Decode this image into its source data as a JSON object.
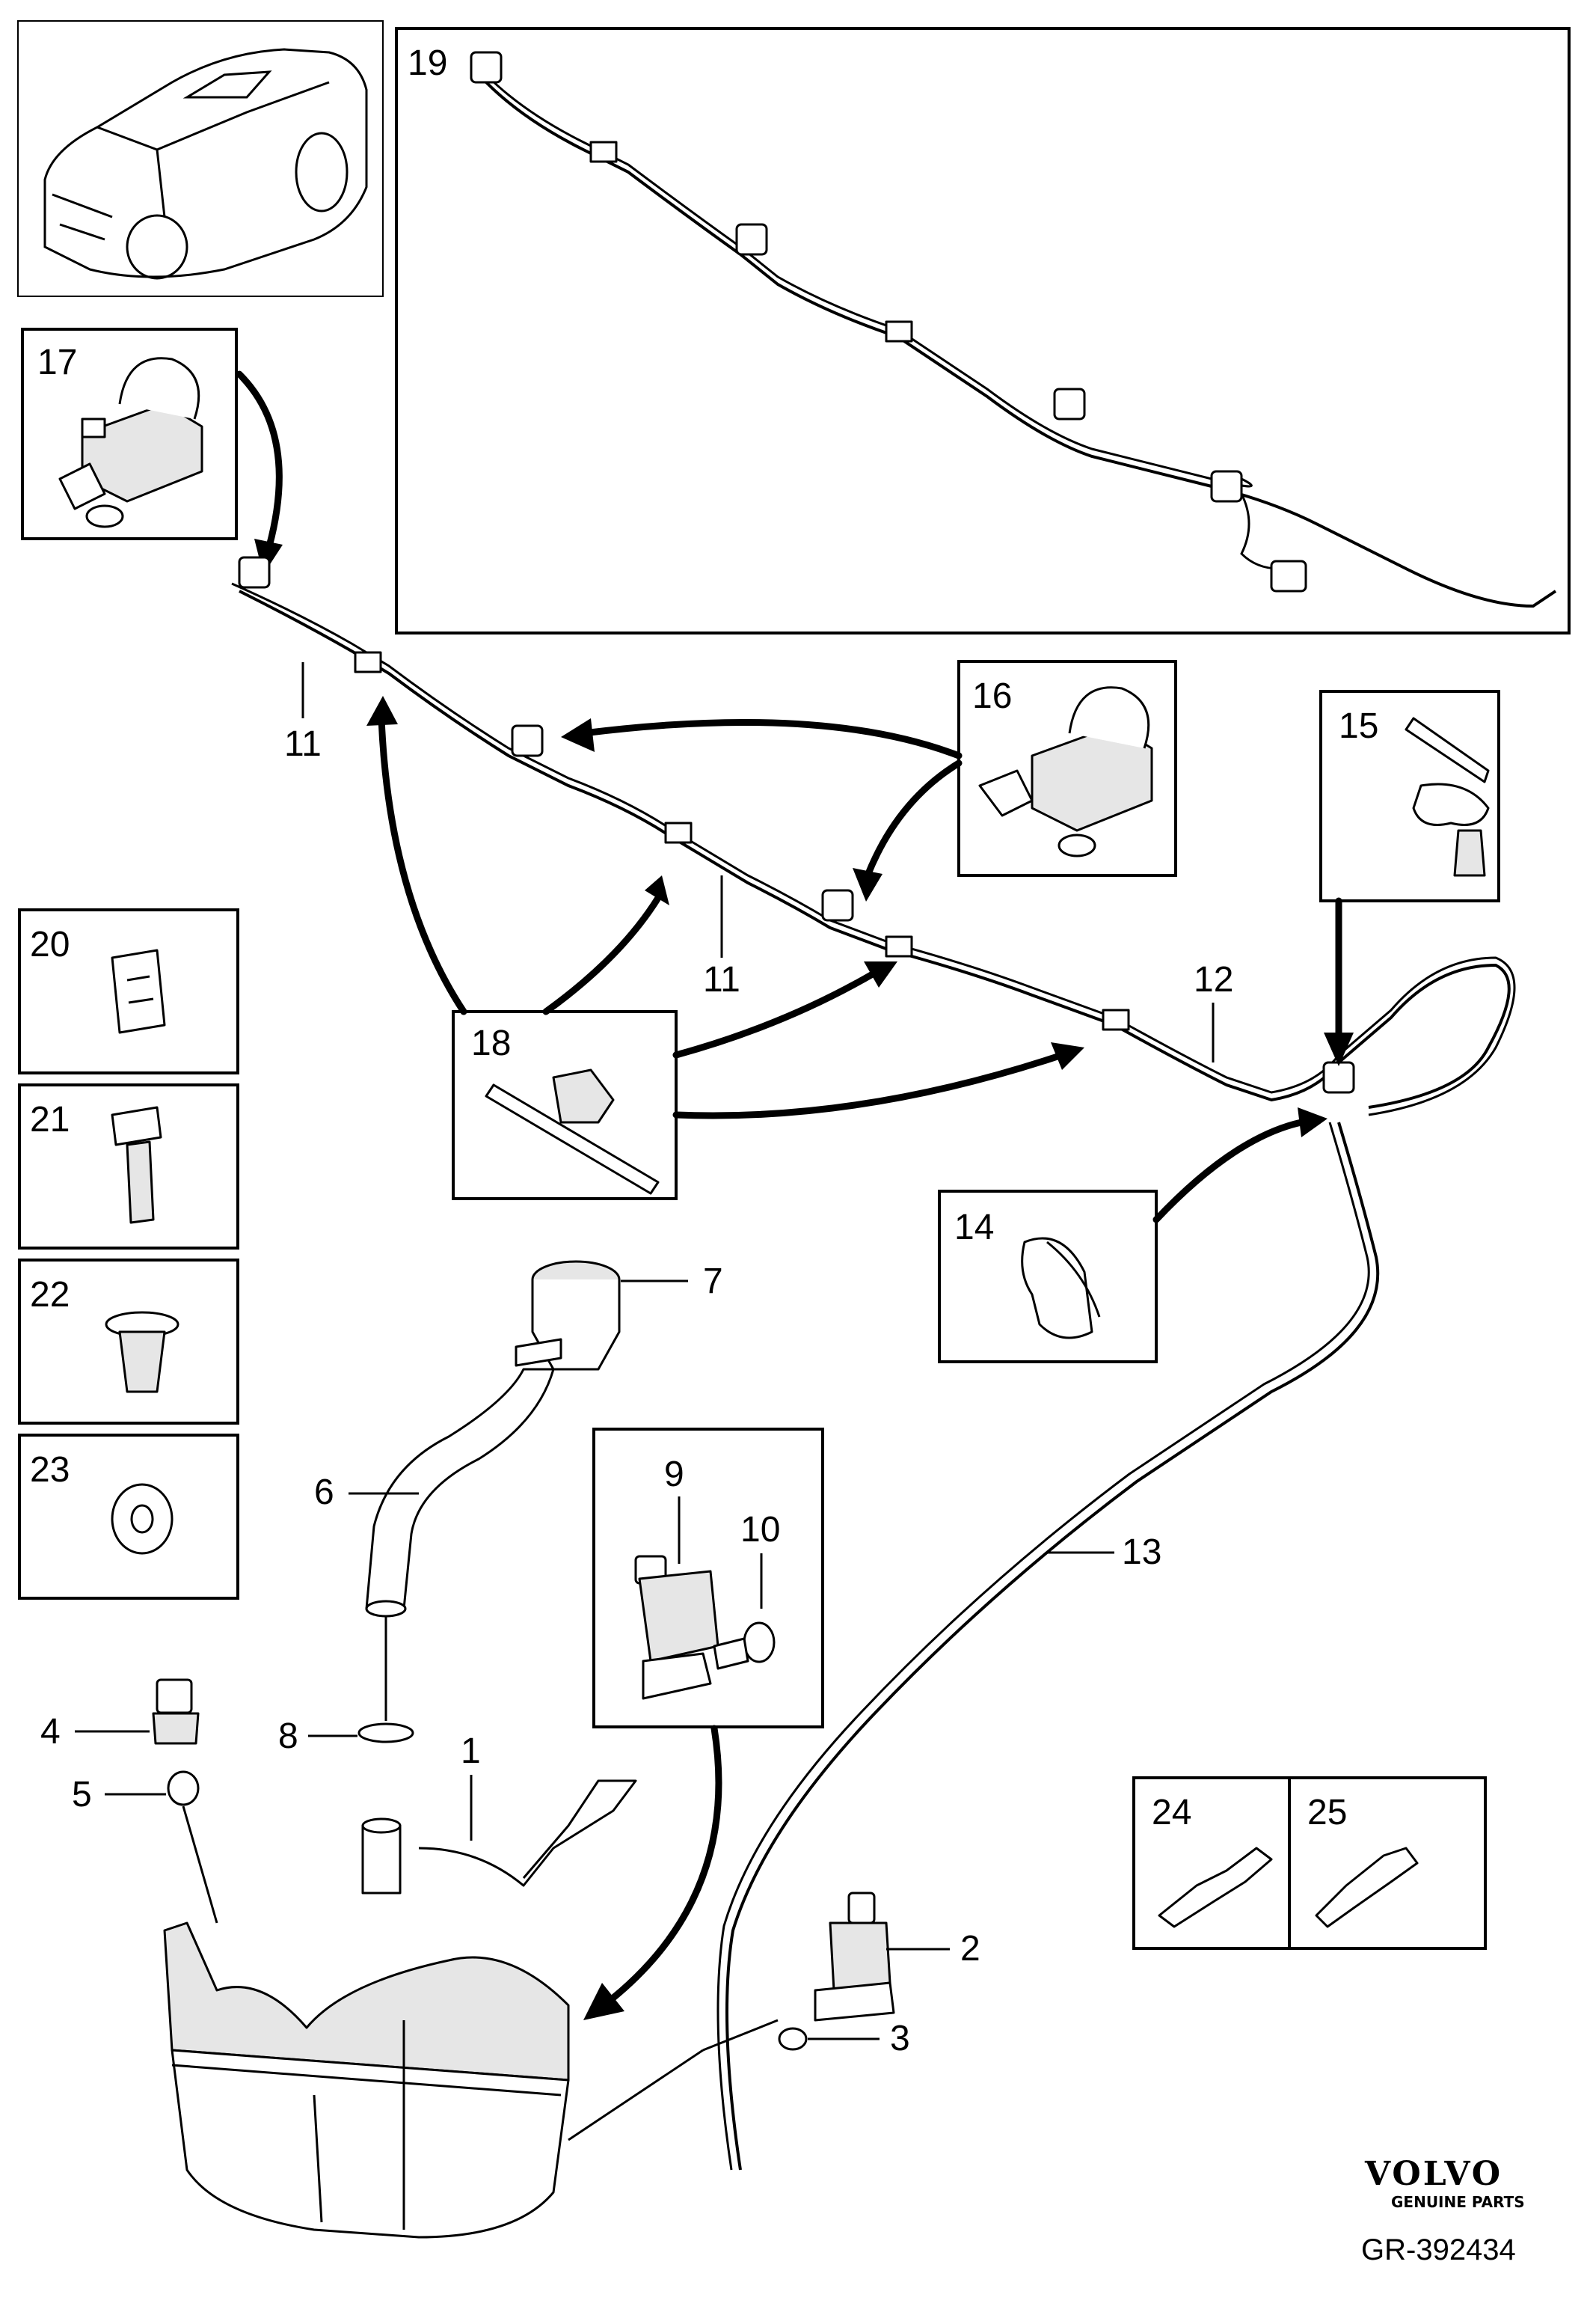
{
  "diagram": {
    "reference": "GR-392434",
    "brand": "VOLVO",
    "brand_sub": "GENUINE PARTS",
    "labels": {
      "p1": "1",
      "p2": "2",
      "p3": "3",
      "p4": "4",
      "p5": "5",
      "p6": "6",
      "p7": "7",
      "p8": "8",
      "p9": "9",
      "p10": "10",
      "p11": "11",
      "p12": "12",
      "p13": "13",
      "p14": "14",
      "p15": "15",
      "p16": "16",
      "p17": "17",
      "p18": "18",
      "p19": "19",
      "p20": "20",
      "p21": "21",
      "p22": "22",
      "p23": "23",
      "p24": "24",
      "p25": "25"
    }
  }
}
